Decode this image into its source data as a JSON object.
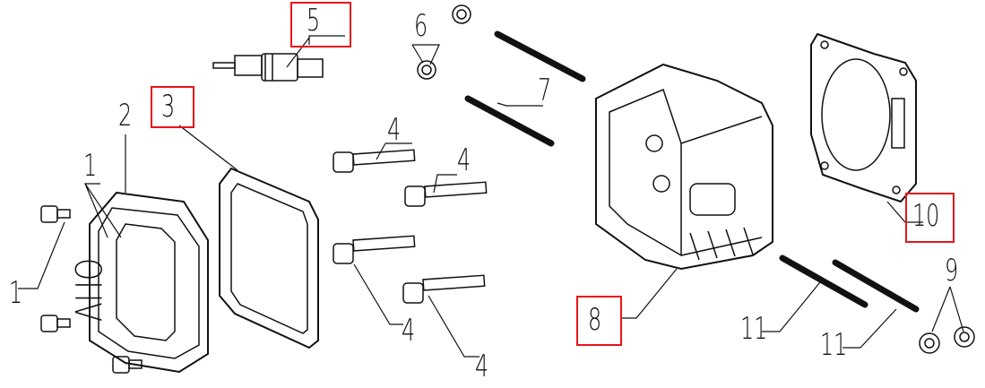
{
  "title": "Cylinder head exploded parts diagram",
  "colors": {
    "highlight": "#e8141b",
    "line": "#111111"
  },
  "cover_logo": "OHV",
  "callouts": [
    {
      "id": "bolt-left-upper",
      "label": "1"
    },
    {
      "id": "bolt-left-lower",
      "label": "1"
    },
    {
      "id": "valve-cover",
      "label": "2"
    },
    {
      "id": "cover-gasket",
      "label": "3",
      "highlighted": true
    },
    {
      "id": "bolt-a",
      "label": "4"
    },
    {
      "id": "bolt-b",
      "label": "4"
    },
    {
      "id": "bolt-c",
      "label": "4"
    },
    {
      "id": "bolt-d",
      "label": "4"
    },
    {
      "id": "spark-plug",
      "label": "5",
      "highlighted": true
    },
    {
      "id": "nut",
      "label": "6"
    },
    {
      "id": "stud",
      "label": "7"
    },
    {
      "id": "cylinder-head",
      "label": "8",
      "highlighted": true
    },
    {
      "id": "nuts-right",
      "label": "9"
    },
    {
      "id": "head-gasket",
      "label": "10",
      "highlighted": true
    },
    {
      "id": "stud-right-a",
      "label": "11"
    },
    {
      "id": "stud-right-b",
      "label": "11"
    }
  ]
}
